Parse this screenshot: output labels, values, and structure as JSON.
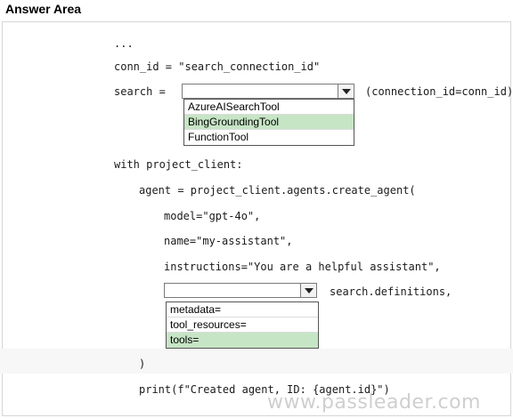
{
  "header": {
    "title": "Answer Area"
  },
  "code": {
    "ellipsis": "...",
    "conn_line": "conn_id = \"search_connection_id\"",
    "search_prefix": "search =",
    "search_suffix": "(connection_id=conn_id)",
    "with_line": "with project_client:",
    "agent_line": "agent = project_client.agents.create_agent(",
    "model_line": "model=\"gpt-4o\",",
    "name_line": "name=\"my-assistant\",",
    "instructions_line": "instructions=\"You are a helpful assistant\",",
    "defs_suffix": "search.definitions,",
    "close_paren": ")",
    "print_line": "print(f\"Created agent, ID: {agent.id}\")"
  },
  "dropdown1": {
    "value": "",
    "options": [
      {
        "label": "AzureAISearchTool",
        "selected": false
      },
      {
        "label": "BingGroundingTool",
        "selected": true
      },
      {
        "label": "FunctionTool",
        "selected": false
      }
    ]
  },
  "dropdown2": {
    "value": "",
    "options": [
      {
        "label": "metadata=",
        "selected": false
      },
      {
        "label": "tool_resources=",
        "selected": false
      },
      {
        "label": "tools=",
        "selected": true
      }
    ]
  },
  "colors": {
    "selected_option": "#c6e5c5",
    "border": "#7a7a7a"
  },
  "watermark": "www.passleader.com"
}
